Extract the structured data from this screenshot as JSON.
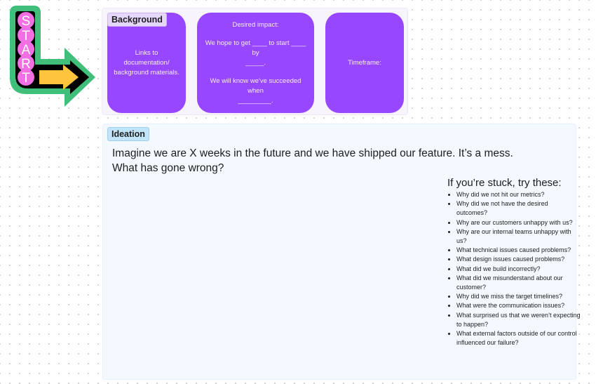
{
  "start_sign": {
    "letters": [
      "S",
      "T",
      "A",
      "R",
      "T"
    ],
    "colors": {
      "outline": "#3fbf7a",
      "body": "#000000",
      "bulbs": "#f26fe3",
      "arrow": "#ffc43d"
    }
  },
  "background_section": {
    "tag": "Background",
    "cards": [
      {
        "lines": [
          "Links to documentation/",
          "background materials."
        ]
      },
      {
        "lines": [
          "Desired impact:",
          "",
          "We hope to get ____ to start ____ by",
          "_____.",
          "",
          "We will know we've succeeded when",
          "_________."
        ]
      },
      {
        "lines": [
          "Timeframe:"
        ]
      }
    ],
    "card_color": "#9747ff"
  },
  "ideation_section": {
    "tag": "Ideation",
    "prompt": "Imagine we are X weeks in the future and we have shipped our feature. It’s a mess. What has gone wrong?",
    "stuck_title": "If you’re stuck, try these:",
    "stuck_items": [
      "Why did we not hit our metrics?",
      "Why did we not have the desired outcomes?",
      "Why are our customers unhappy with us?",
      "Why are our internal teams unhappy with us?",
      "What technical issues caused problems?",
      "What design issues caused problems?",
      "What did we build incorrectly?",
      "What did we misunderstand about our customer?",
      "Why did we miss the target timelines?",
      "What were the communication issues?",
      "What surprised us that we weren’t expecting to happen?",
      "What external factors outside of our control influenced our failure?"
    ]
  }
}
